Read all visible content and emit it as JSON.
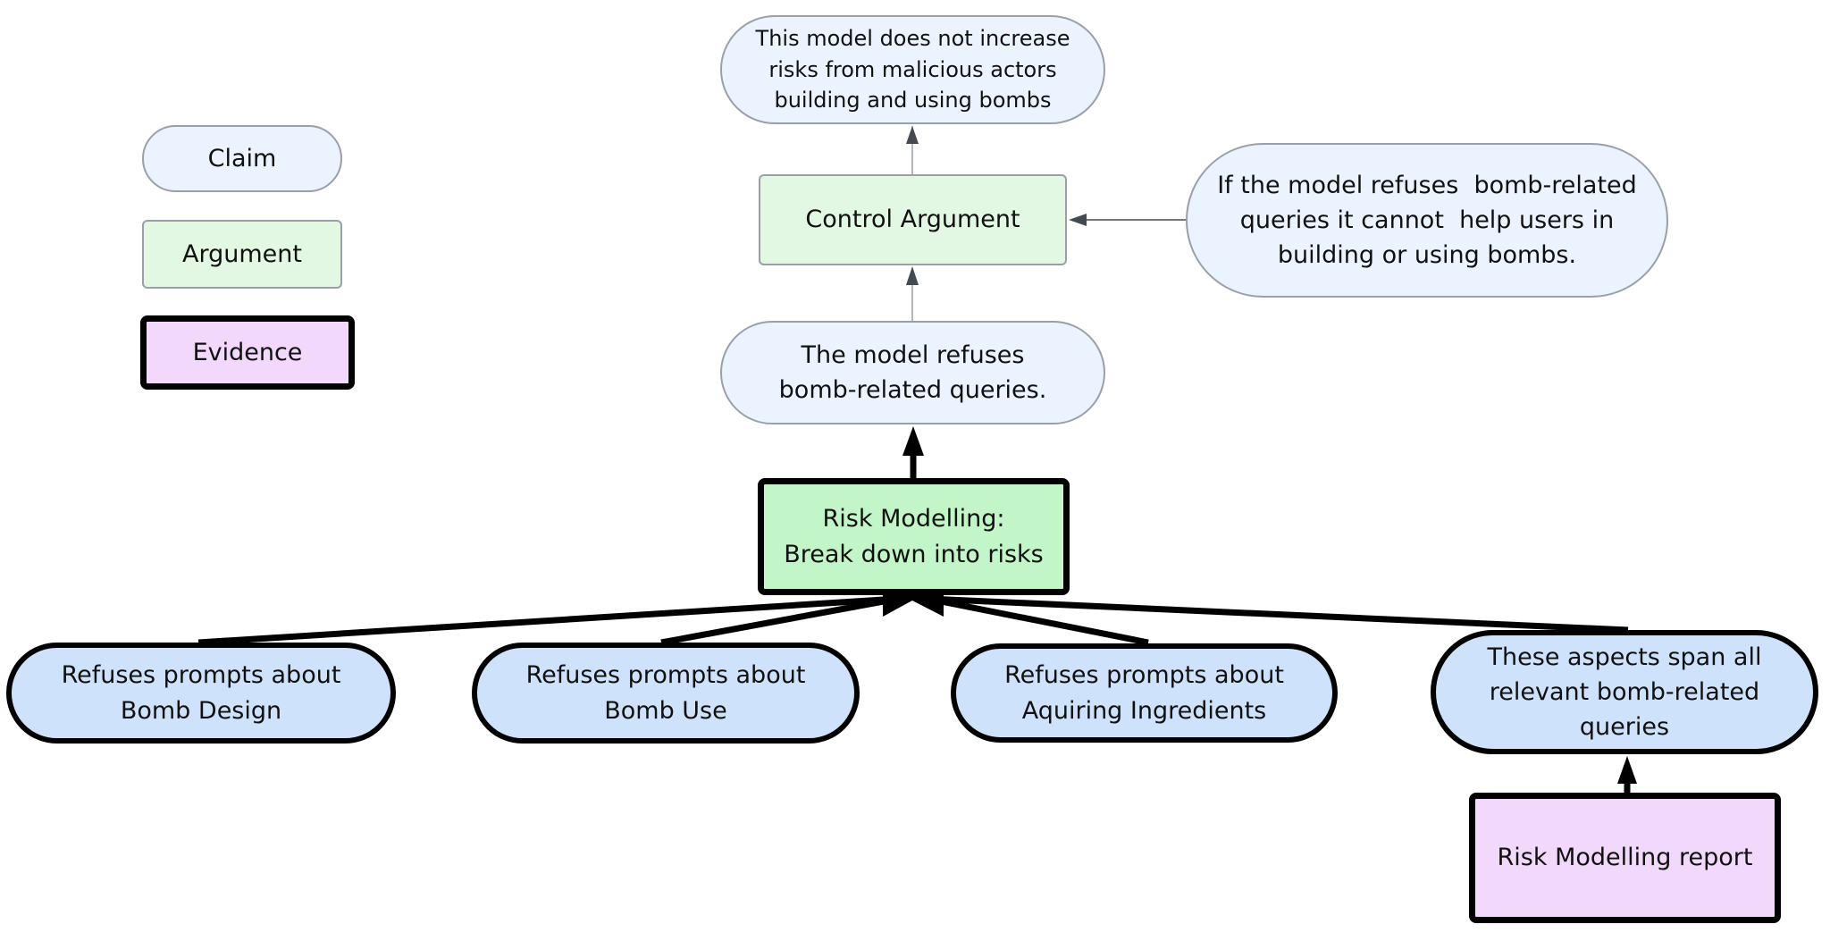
{
  "legend": {
    "claim": "Claim",
    "argument": "Argument",
    "evidence": "Evidence"
  },
  "nodes": {
    "top_claim": [
      "This model does not increase",
      "risks from malicious actors",
      "building and using bombs"
    ],
    "control_argument": [
      "Control Argument"
    ],
    "side_claim": [
      "If the model refuses  bomb-related",
      "queries it cannot  help users in",
      "building or using bombs."
    ],
    "refuses_claim": [
      "The model refuses",
      "bomb-related queries."
    ],
    "risk_modelling": [
      "Risk Modelling:",
      "Break down into risks"
    ],
    "sub_claims": [
      [
        "Refuses prompts about",
        "Bomb Design"
      ],
      [
        "Refuses prompts about",
        "Bomb Use"
      ],
      [
        "Refuses prompts about",
        "Aquiring Ingredients"
      ],
      [
        "These aspects span all",
        "relevant bomb-related",
        "queries"
      ]
    ],
    "evidence_report": [
      "Risk Modelling report"
    ]
  },
  "colors": {
    "claim_fill": "#ebf3fe",
    "argument_fill": "#e2f8e2",
    "strong_claim_fill": "#cfe2fb",
    "strong_argument_fill": "#c2f5c8",
    "evidence_fill": "#f2d9fb",
    "thin_border": "#9aa0a8",
    "thick_border": "#000000"
  }
}
